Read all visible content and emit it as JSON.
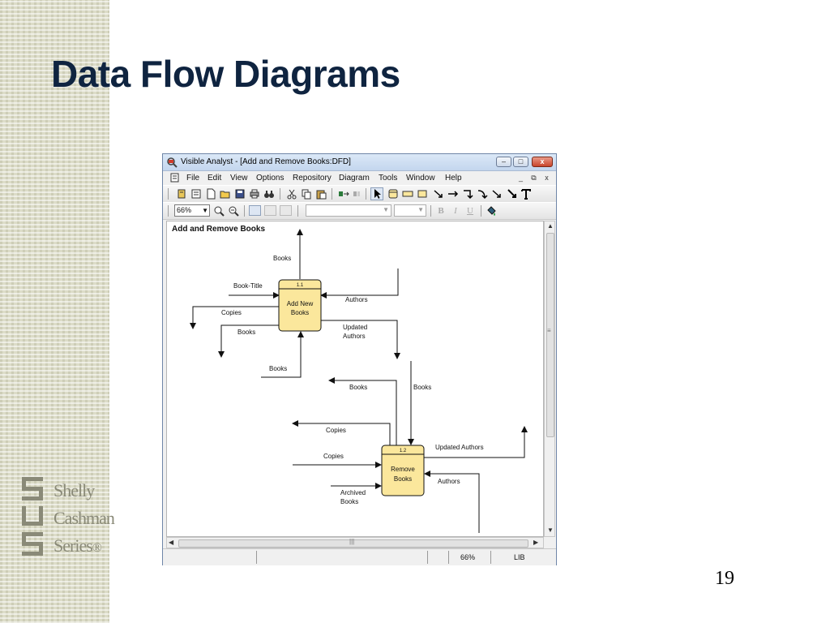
{
  "slide": {
    "title": "Data Flow Diagrams",
    "page_number": "19",
    "logo": {
      "line1": "Shelly",
      "line2": "Cashman",
      "line3": "Series",
      "mark": "®"
    }
  },
  "window": {
    "title": "Visible Analyst - [Add and Remove Books:DFD]",
    "minimize_label": "–",
    "maximize_label": "□",
    "close_label": "x",
    "mdi_minimize_label": "_",
    "mdi_restore_label": "⧉",
    "mdi_close_label": "x",
    "menu": [
      "File",
      "Edit",
      "View",
      "Options",
      "Repository",
      "Diagram",
      "Tools",
      "Window",
      "Help"
    ],
    "zoom_value": "66%",
    "font_size_value": "",
    "font_name_value": ""
  },
  "diagram": {
    "title": "Add and Remove Books",
    "process1": {
      "number": "1.1",
      "line1": "Add New",
      "line2": "Books"
    },
    "process2": {
      "number": "1.2",
      "line1": "Remove",
      "line2": "Books"
    },
    "flows": {
      "books_top": "Books",
      "book_title": "Book-Title",
      "authors_in": "Authors",
      "copies_out": "Copies",
      "books_out": "Books",
      "updated_authors_1a": "Updated",
      "updated_authors_1b": "Authors",
      "books_in": "Books",
      "books_mid_left": "Books",
      "books_mid_right": "Books",
      "copies_out_2": "Copies",
      "copies_in_2": "Copies",
      "updated_authors_2": "Updated Authors",
      "archived_1": "Archived",
      "archived_2": "Books",
      "authors_in_2": "Authors"
    }
  },
  "status": {
    "zoom": "66%",
    "mode": "LIB"
  },
  "colors": {
    "process_fill": "#fbe79c",
    "title_color": "#0f2440",
    "window_border": "#6f86a8"
  }
}
